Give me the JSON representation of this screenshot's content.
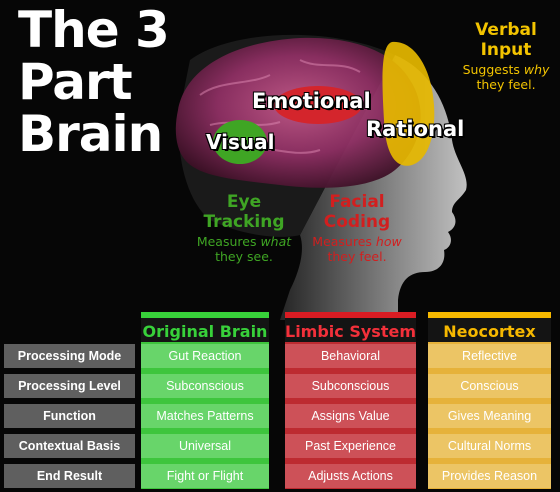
{
  "title": {
    "line1": "The 3",
    "line2": "Part",
    "line3": "Brain"
  },
  "regions": {
    "emotional": "Emotional",
    "rational": "Rational",
    "visual": "Visual"
  },
  "methods": {
    "verbal": {
      "title_line1": "Verbal",
      "title_line2": "Input",
      "desc_pre": "Suggests ",
      "desc_em": "why",
      "desc_post": "they feel."
    },
    "eye": {
      "title_line1": "Eye",
      "title_line2": "Tracking",
      "desc_pre": "Measures ",
      "desc_em": "what",
      "desc_post": "they see."
    },
    "face": {
      "title_line1": "Facial",
      "title_line2": "Coding",
      "desc_pre": "Measures ",
      "desc_em": "how",
      "desc_post": "they feel."
    }
  },
  "colors": {
    "green": "#38d13a",
    "red": "#d91c23",
    "yellow": "#f6b800"
  },
  "table": {
    "headers": [
      "Original Brain",
      "Limbic System",
      "Neocortex"
    ],
    "rows": [
      {
        "label": "Processing Mode",
        "cells": [
          "Gut Reaction",
          "Behavioral",
          "Reflective"
        ]
      },
      {
        "label": "Processing Level",
        "cells": [
          "Subconscious",
          "Subconscious",
          "Conscious"
        ]
      },
      {
        "label": "Function",
        "cells": [
          "Matches Patterns",
          "Assigns Value",
          "Gives Meaning"
        ]
      },
      {
        "label": "Contextual Basis",
        "cells": [
          "Universal",
          "Past Experience",
          "Cultural Norms"
        ]
      },
      {
        "label": "End Result",
        "cells": [
          "Fight or Flight",
          "Adjusts Actions",
          "Provides Reason"
        ]
      }
    ]
  }
}
